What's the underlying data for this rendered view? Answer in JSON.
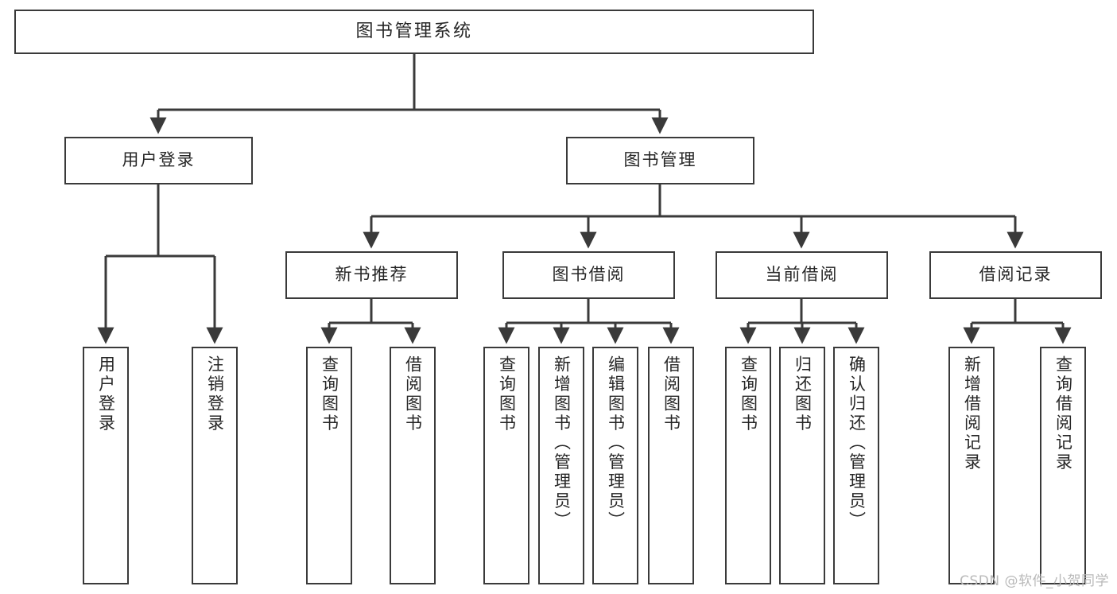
{
  "diagram": {
    "title": "图书管理系统",
    "type": "tree-hierarchy-diagram",
    "watermark": "CSDN @软件_小贺同学",
    "colors": {
      "stroke": "#3a3a3a",
      "fill": "#ffffff",
      "text": "#262626",
      "watermark": "#b9b9b9"
    },
    "nodes": {
      "root": {
        "label": "图书管理系统"
      },
      "level2": [
        {
          "id": "user-login",
          "label": "用户登录"
        },
        {
          "id": "book-manage",
          "label": "图书管理"
        }
      ],
      "level3": [
        {
          "id": "new-book-rec",
          "label": "新书推荐"
        },
        {
          "id": "book-borrow",
          "label": "图书借阅"
        },
        {
          "id": "current-borrow",
          "label": "当前借阅"
        },
        {
          "id": "borrow-record",
          "label": "借阅记录"
        }
      ],
      "leaves": {
        "user-login": [
          {
            "id": "leaf-user-login",
            "label": "用户登录"
          },
          {
            "id": "leaf-logout",
            "label": "注销登录"
          }
        ],
        "new-book-rec": [
          {
            "id": "leaf-query-book-1",
            "label": "查询图书"
          },
          {
            "id": "leaf-borrow-book-1",
            "label": "借阅图书"
          }
        ],
        "book-borrow": [
          {
            "id": "leaf-query-book-2",
            "label": "查询图书"
          },
          {
            "id": "leaf-add-book",
            "label": "新增图书（管理员）"
          },
          {
            "id": "leaf-edit-book",
            "label": "编辑图书（管理员）"
          },
          {
            "id": "leaf-borrow-book-2",
            "label": "借阅图书"
          }
        ],
        "current-borrow": [
          {
            "id": "leaf-query-book-3",
            "label": "查询图书"
          },
          {
            "id": "leaf-return-book",
            "label": "归还图书"
          },
          {
            "id": "leaf-confirm-return",
            "label": "确认归还（管理员）"
          }
        ],
        "borrow-record": [
          {
            "id": "leaf-add-record",
            "label": "新增借阅记录"
          },
          {
            "id": "leaf-query-record",
            "label": "查询借阅记录"
          }
        ]
      }
    }
  }
}
